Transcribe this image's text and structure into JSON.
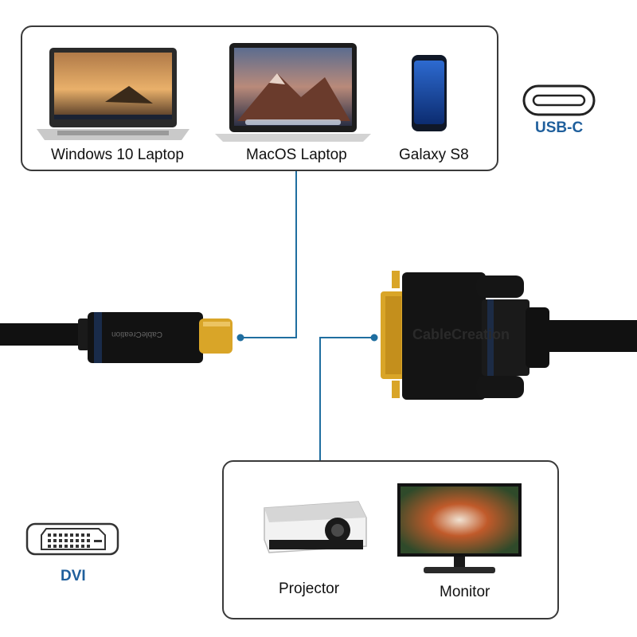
{
  "source_devices": [
    {
      "label": "Windows 10 Laptop",
      "icon": "windows-laptop-icon"
    },
    {
      "label": "MacOS Laptop",
      "icon": "macbook-icon"
    },
    {
      "label": "Galaxy S8",
      "icon": "smartphone-icon"
    }
  ],
  "target_devices": [
    {
      "label": "Projector",
      "icon": "projector-icon"
    },
    {
      "label": "Monitor",
      "icon": "monitor-icon"
    }
  ],
  "ports": {
    "usb_c": {
      "label": "USB-C",
      "icon": "usb-c-port-icon"
    },
    "dvi": {
      "label": "DVI",
      "icon": "dvi-port-icon"
    }
  },
  "cable": {
    "brand_text": "CableCreation",
    "usb_plug_brand_text": "CableCreation"
  },
  "colors": {
    "connector_line": "#1f6ea0",
    "port_label": "#1f5f9c",
    "cable_black": "#111111",
    "gold": "#d9a528"
  }
}
